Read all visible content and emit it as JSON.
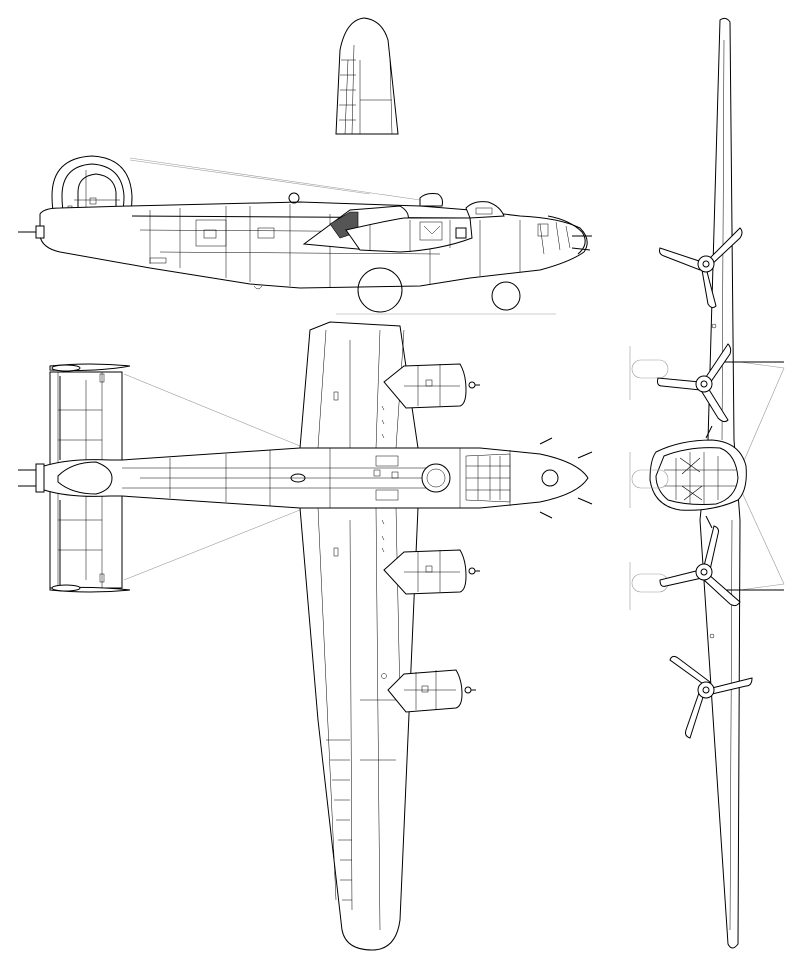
{
  "drawing": {
    "views": [
      "side",
      "top",
      "front"
    ],
    "line_color": "#000000",
    "background": "#ffffff",
    "engine_count": 4,
    "propeller_blades": 3
  }
}
